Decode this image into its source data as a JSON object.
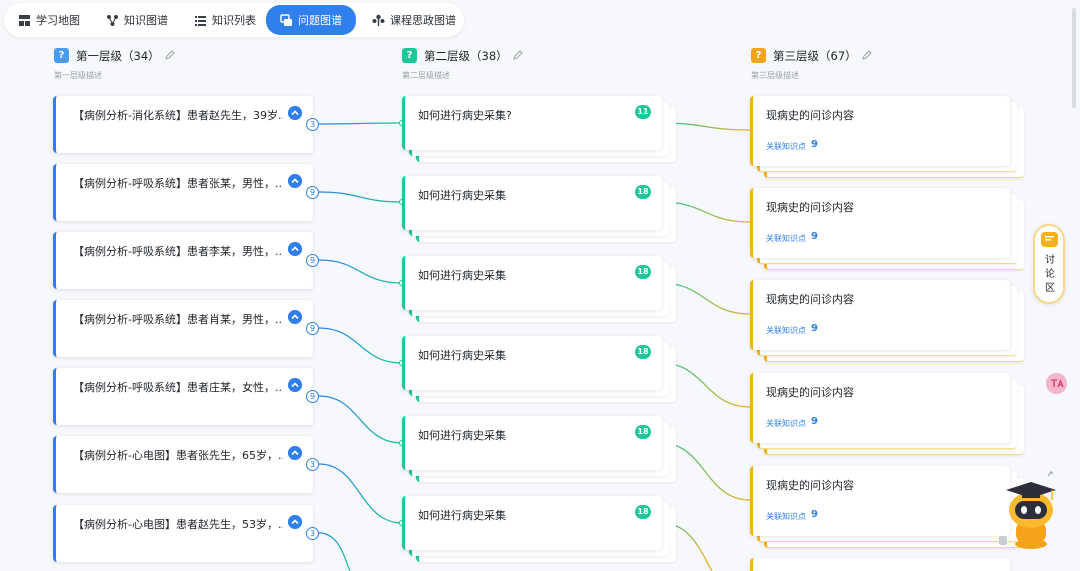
{
  "nav": {
    "tabs": [
      {
        "label": "学习地图",
        "icon": "grid-icon",
        "active": false
      },
      {
        "label": "知识图谱",
        "icon": "graph-icon",
        "active": false
      },
      {
        "label": "知识列表",
        "icon": "list-icon",
        "active": false
      },
      {
        "label": "问题图谱",
        "icon": "question-graph-icon",
        "active": true
      },
      {
        "label": "课程思政图谱",
        "icon": "tree-icon",
        "active": false
      }
    ]
  },
  "columns": [
    {
      "title": "第一层级（34）",
      "desc": "第一层级描述",
      "badge": "?",
      "color": "#4a9cf0"
    },
    {
      "title": "第二层级（38）",
      "desc": "第二层级描述",
      "badge": "?",
      "color": "#1fc69a"
    },
    {
      "title": "第三层级（67）",
      "desc": "第三层级描述",
      "badge": "?",
      "color": "#f2a51a"
    }
  ],
  "level1": [
    {
      "text": "【病例分析-消化系统】患者赵先生，39岁...",
      "count": "3"
    },
    {
      "text": "【病例分析-呼吸系统】患者张某，男性，...",
      "count": "9"
    },
    {
      "text": "【病例分析-呼吸系统】患者李某，男性，...",
      "count": "9"
    },
    {
      "text": "【病例分析-呼吸系统】患者肖某，男性，...",
      "count": "9"
    },
    {
      "text": "【病例分析-呼吸系统】患者庄某，女性，...",
      "count": "9"
    },
    {
      "text": "【病例分析-心电图】患者张先生，65岁，...",
      "count": "3"
    },
    {
      "text": "【病例分析-心电图】患者赵先生，53岁，...",
      "count": "3"
    }
  ],
  "level2": [
    {
      "text": "如何进行病史采集?",
      "count": "11"
    },
    {
      "text": "如何进行病史采集",
      "count": "18"
    },
    {
      "text": "如何进行病史采集",
      "count": "18"
    },
    {
      "text": "如何进行病史采集",
      "count": "18"
    },
    {
      "text": "如何进行病史采集",
      "count": "18"
    },
    {
      "text": "如何进行病史采集",
      "count": "18"
    }
  ],
  "level3": [
    {
      "text": "现病史的问诊内容",
      "rel_label": "关联知识点",
      "rel_count": "9"
    },
    {
      "text": "现病史的问诊内容",
      "rel_label": "关联知识点",
      "rel_count": "9"
    },
    {
      "text": "现病史的问诊内容",
      "rel_label": "关联知识点",
      "rel_count": "9"
    },
    {
      "text": "现病史的问诊内容",
      "rel_label": "关联知识点",
      "rel_count": "9"
    },
    {
      "text": "现病史的问诊内容",
      "rel_label": "关联知识点",
      "rel_count": "9"
    }
  ],
  "discussion": {
    "label": "讨论区"
  },
  "colors": {
    "primary": "#2f80ed",
    "level2": "#1fc69a",
    "level3": "#f2b21a"
  }
}
